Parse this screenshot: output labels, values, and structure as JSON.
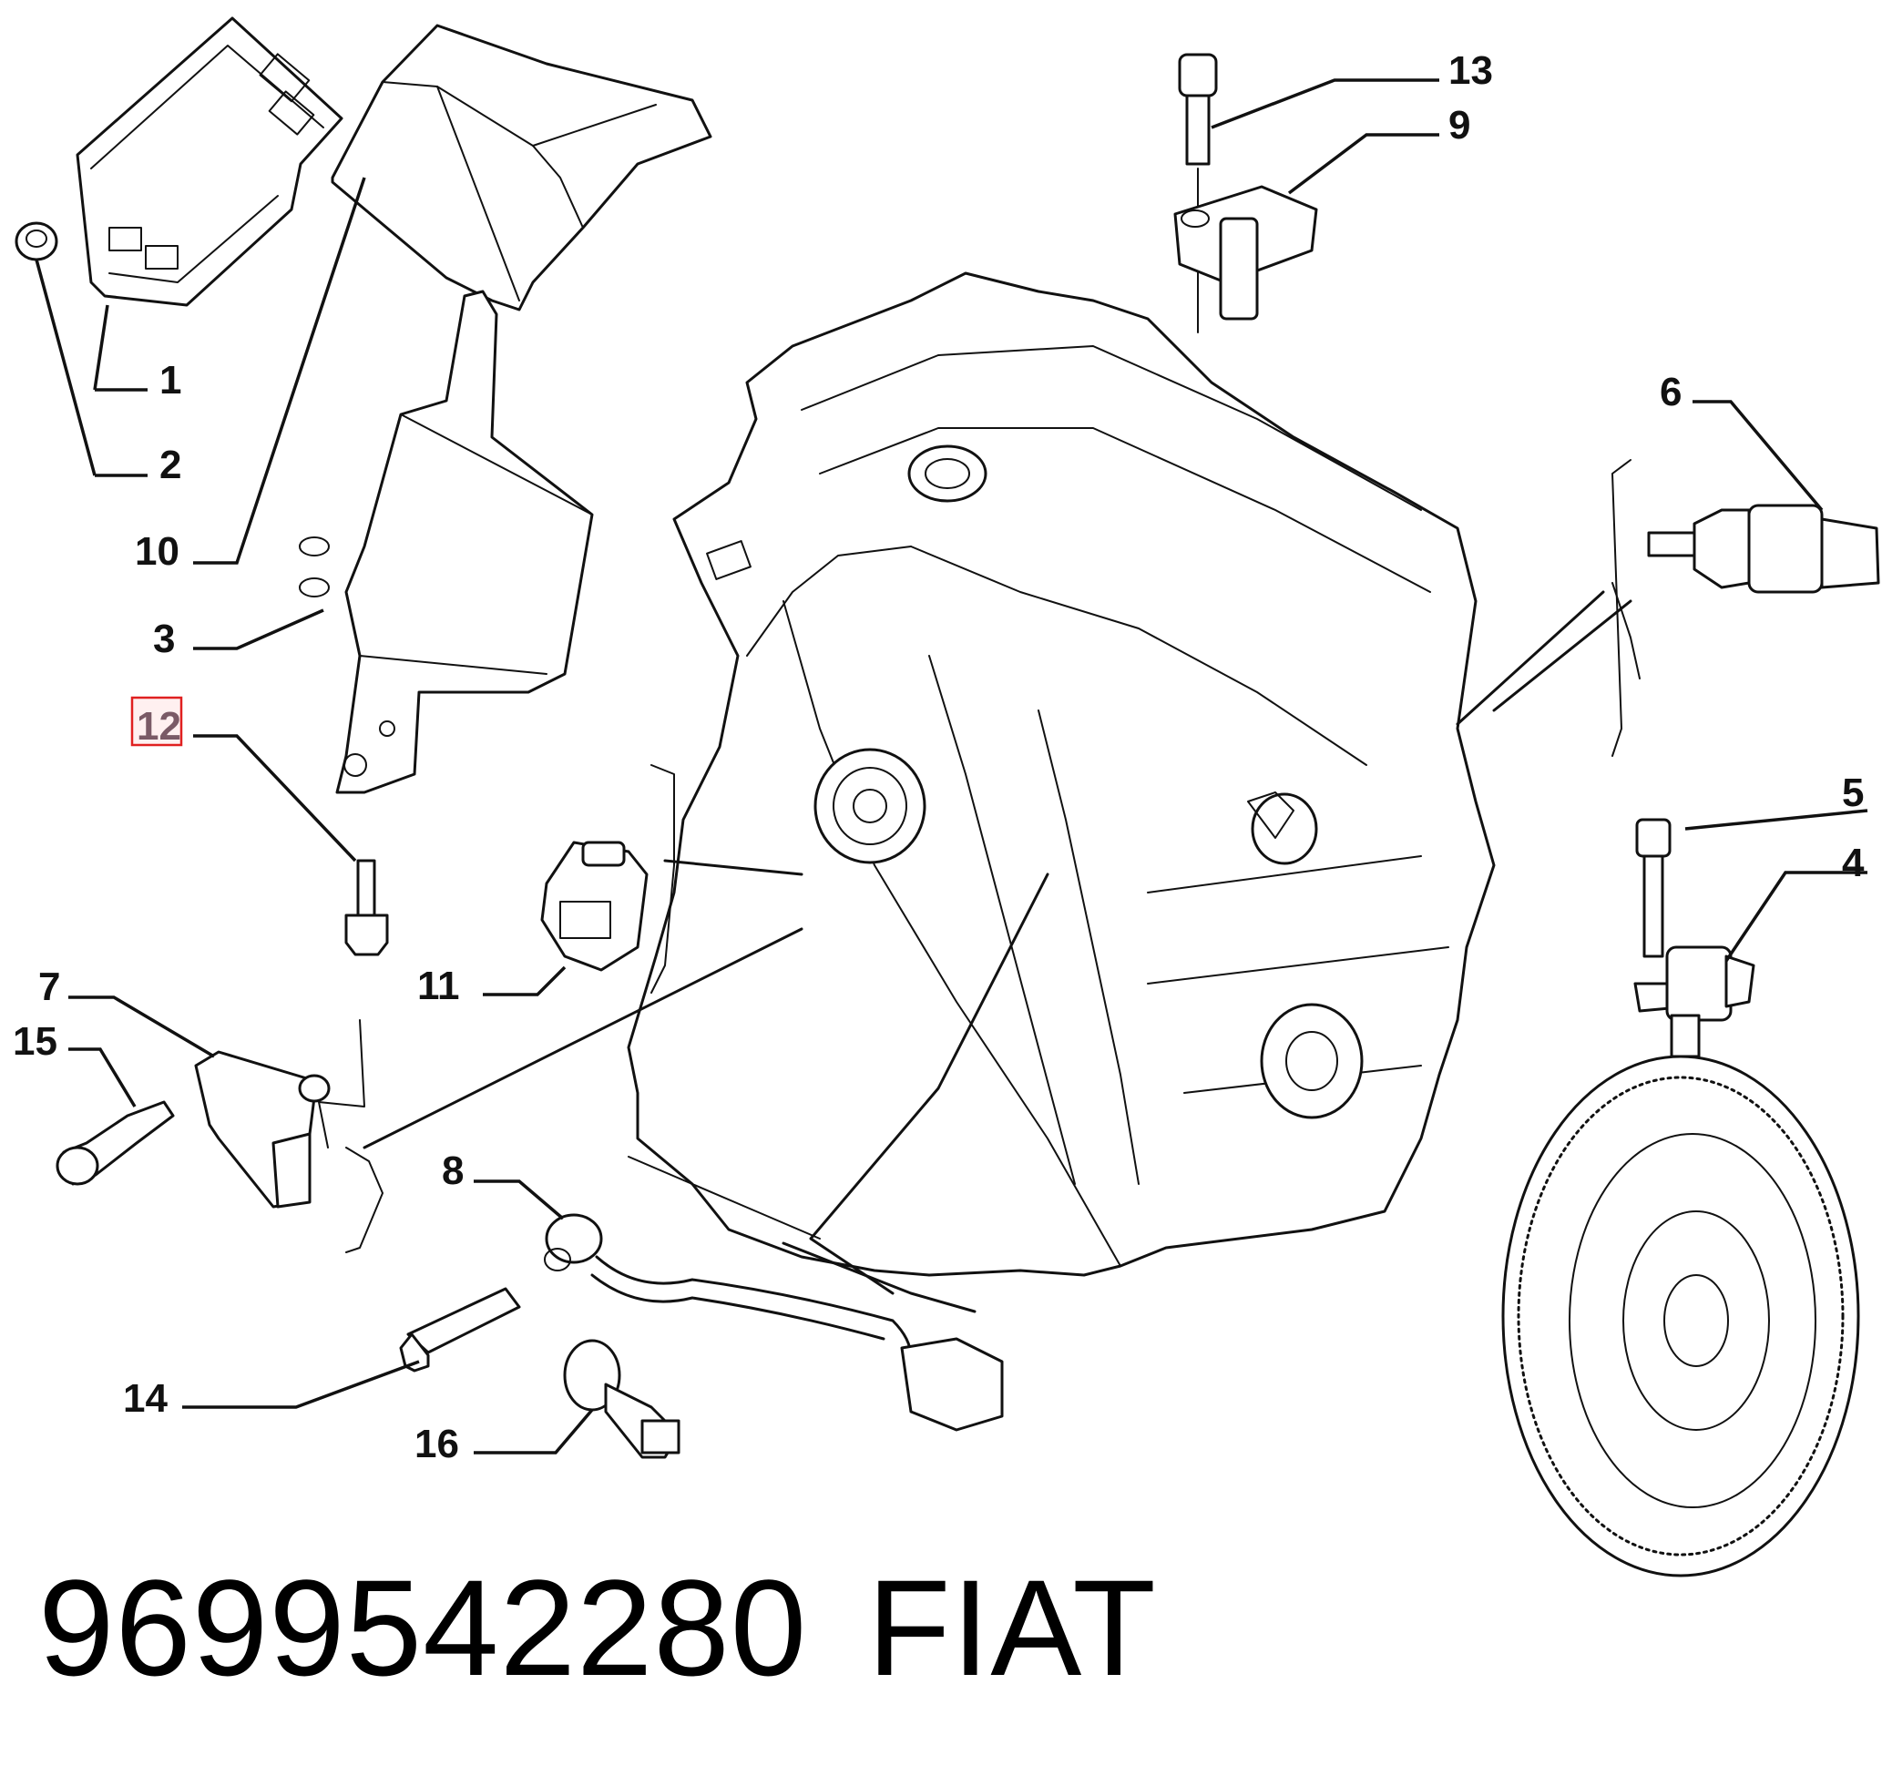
{
  "diagram": {
    "part_labels": [
      {
        "id": "1",
        "text": "1"
      },
      {
        "id": "2",
        "text": "2"
      },
      {
        "id": "3",
        "text": "3"
      },
      {
        "id": "4",
        "text": "4"
      },
      {
        "id": "5",
        "text": "5"
      },
      {
        "id": "6",
        "text": "6"
      },
      {
        "id": "7",
        "text": "7"
      },
      {
        "id": "8",
        "text": "8"
      },
      {
        "id": "9",
        "text": "9"
      },
      {
        "id": "10",
        "text": "10"
      },
      {
        "id": "11",
        "text": "11"
      },
      {
        "id": "12",
        "text": "12"
      },
      {
        "id": "13",
        "text": "13"
      },
      {
        "id": "14",
        "text": "14"
      },
      {
        "id": "15",
        "text": "15"
      },
      {
        "id": "16",
        "text": "16"
      }
    ],
    "highlighted_label": "12",
    "highlight_color": "#e02020"
  },
  "footer": {
    "part_number": "9699542280",
    "brand": "FIAT"
  }
}
